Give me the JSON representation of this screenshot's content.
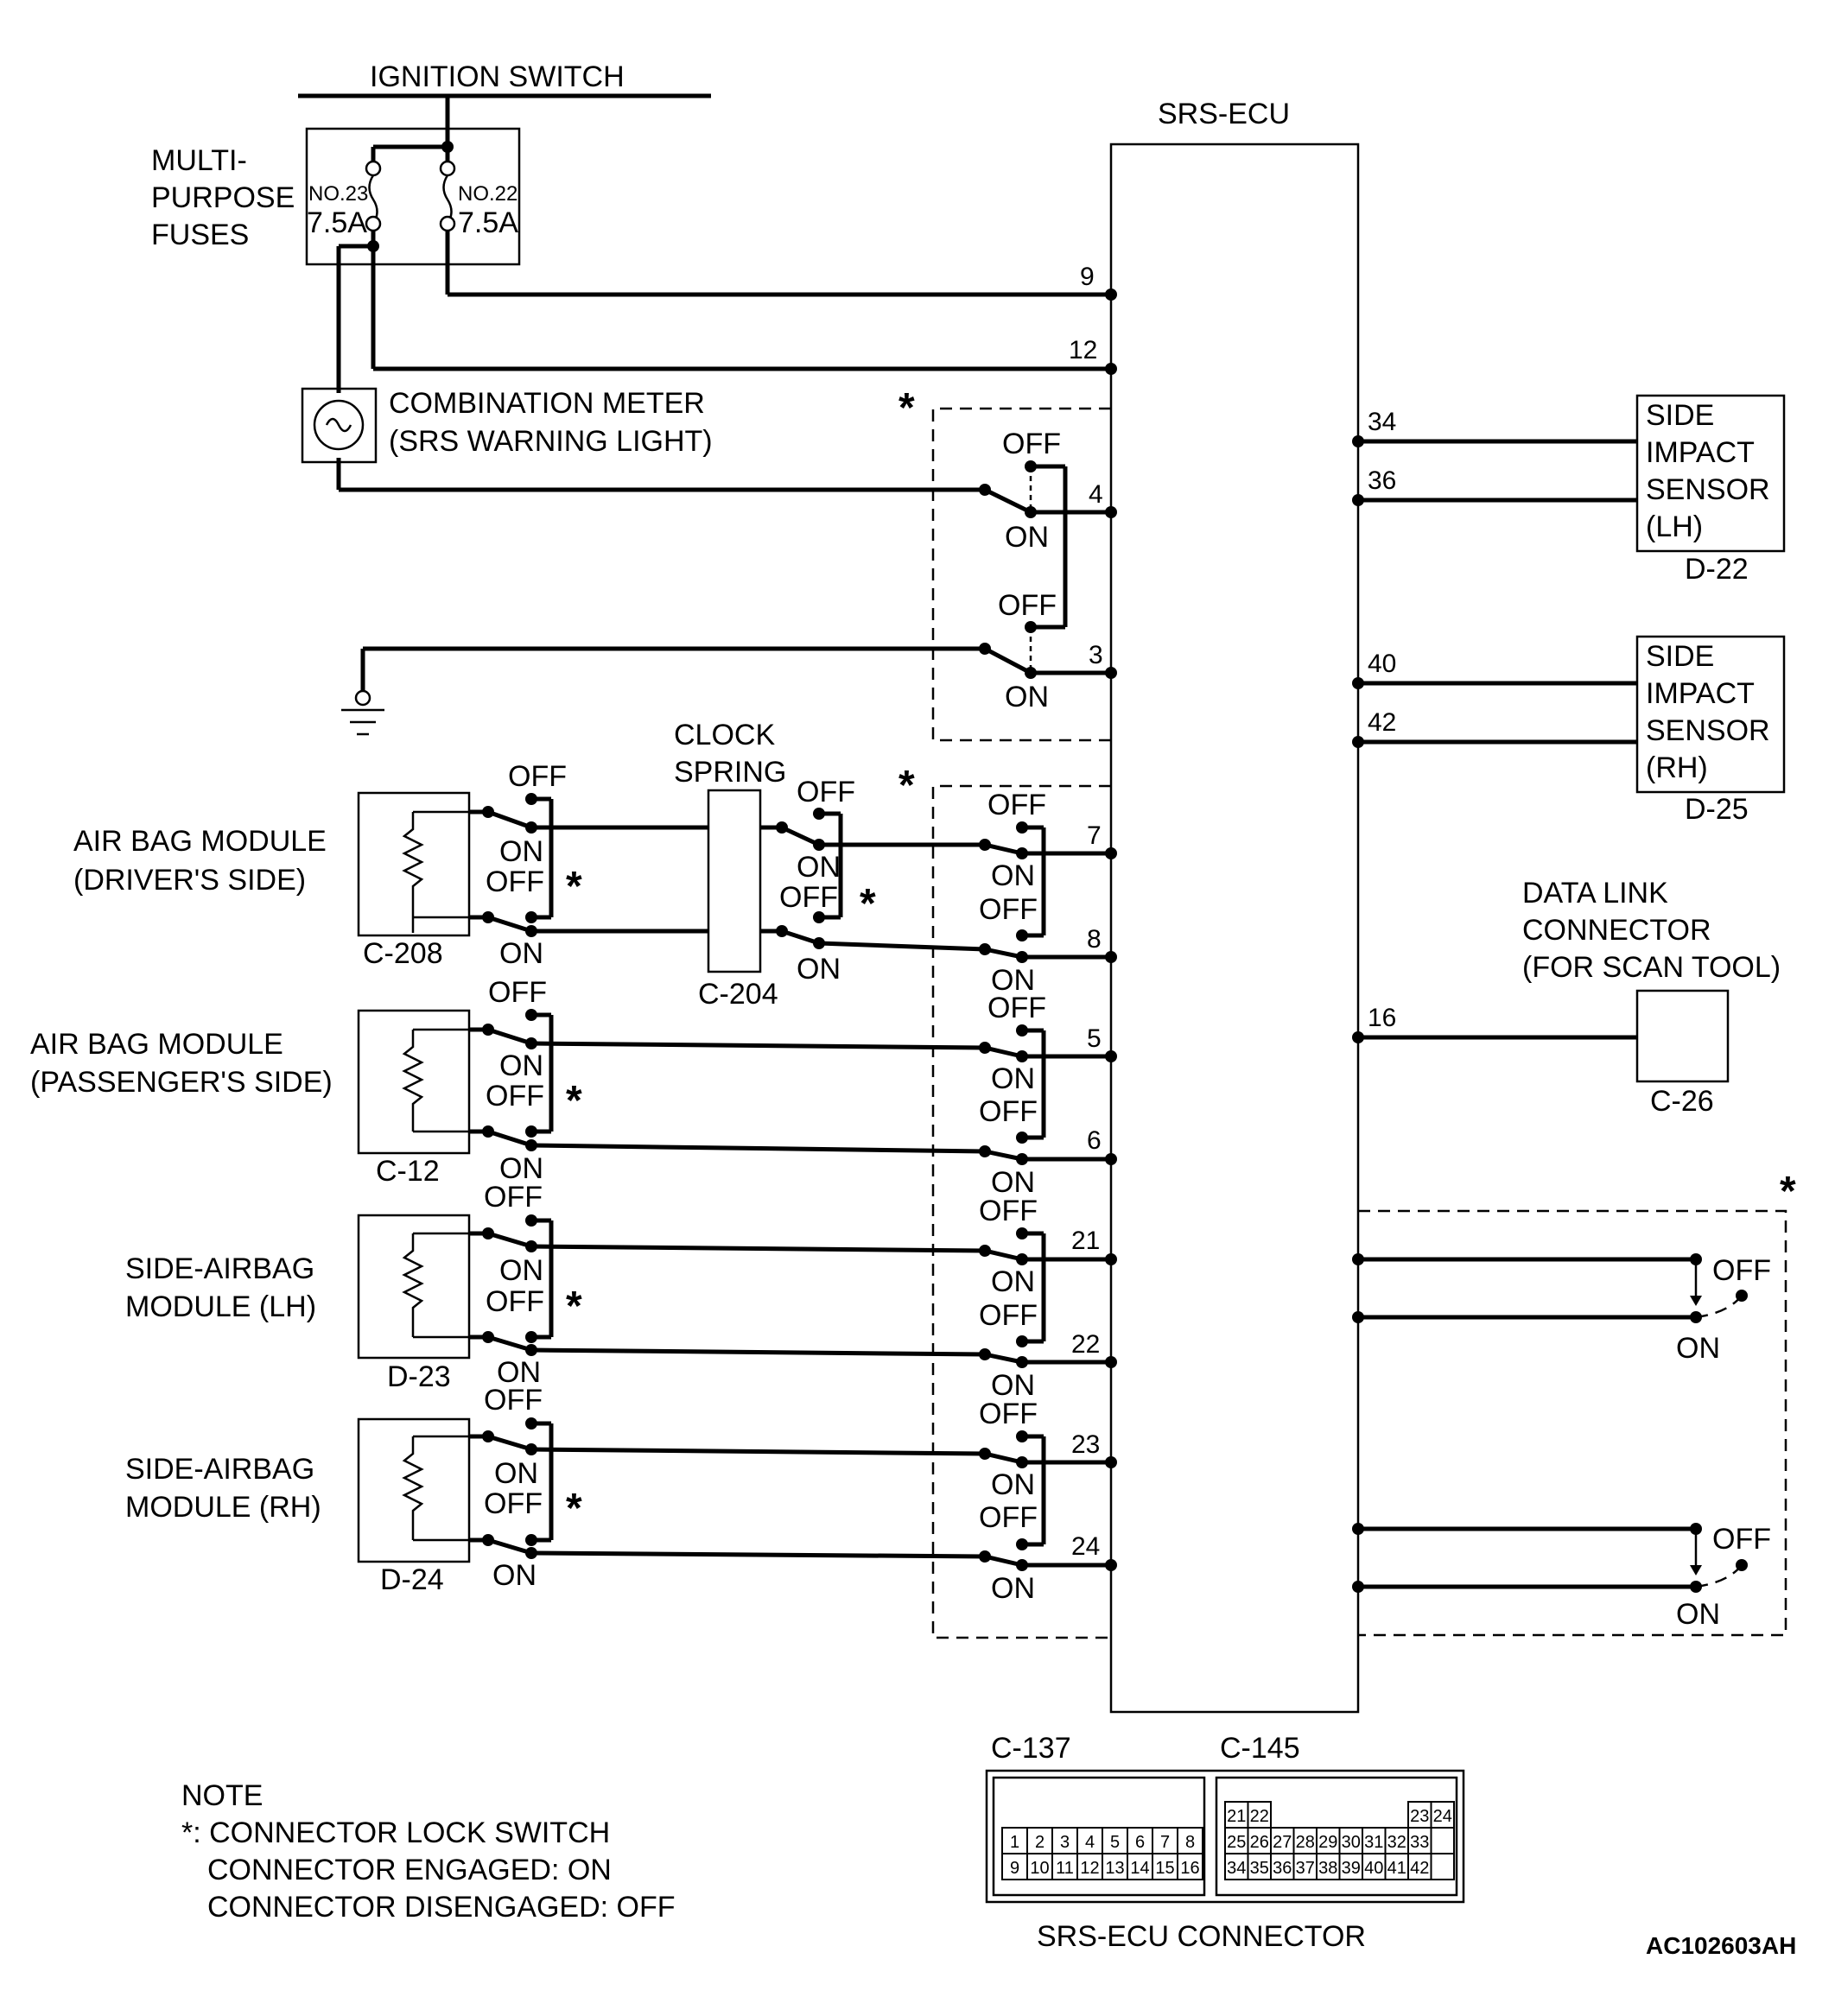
{
  "labels": {
    "ignition_switch": "IGNITION SWITCH",
    "mp_fuses": [
      "MULTI-",
      "PURPOSE",
      "FUSES"
    ],
    "fuse_left_no": "NO.23",
    "fuse_left_amp": "7.5A",
    "fuse_right_no": "NO.22",
    "fuse_right_amp": "7.5A",
    "combination_meter": [
      "COMBINATION METER",
      "(SRS WARNING LIGHT)"
    ],
    "srs_ecu": "SRS-ECU",
    "clock_spring": [
      "CLOCK",
      "SPRING"
    ],
    "clock_spring_conn": "C-204",
    "side_sensor_lh": [
      "SIDE",
      "IMPACT",
      "SENSOR",
      "(LH)"
    ],
    "side_sensor_lh_conn": "D-22",
    "side_sensor_rh": [
      "SIDE",
      "IMPACT",
      "SENSOR",
      "(RH)"
    ],
    "side_sensor_rh_conn": "D-25",
    "dlc": [
      "DATA LINK",
      "CONNECTOR",
      "(FOR SCAN TOOL)"
    ],
    "dlc_conn": "C-26",
    "off": "OFF",
    "on": "ON",
    "star": "*",
    "note": [
      "NOTE",
      "*: CONNECTOR LOCK SWITCH",
      "CONNECTOR ENGAGED: ON",
      "CONNECTOR DISENGAGED: OFF"
    ],
    "conn_c137": "C-137",
    "conn_c145": "C-145",
    "ecu_connector": "SRS-ECU CONNECTOR",
    "figure_code": "AC102603AH"
  },
  "modules": [
    {
      "name": [
        "AIR BAG MODULE",
        "(DRIVER'S SIDE)"
      ],
      "conn": "C-208"
    },
    {
      "name": [
        "AIR BAG MODULE",
        "(PASSENGER'S SIDE)"
      ],
      "conn": "C-12"
    },
    {
      "name": [
        "SIDE-AIRBAG",
        "MODULE (LH)"
      ],
      "conn": "D-23"
    },
    {
      "name": [
        "SIDE-AIRBAG",
        "MODULE (RH)"
      ],
      "conn": "D-24"
    }
  ],
  "ecu_pins_left": [
    "9",
    "12",
    "4",
    "3",
    "7",
    "8",
    "5",
    "6",
    "21",
    "22",
    "23",
    "24"
  ],
  "ecu_pins_right": [
    "34",
    "36",
    "40",
    "42",
    "16"
  ],
  "c137_pins": {
    "row1": [
      "",
      "",
      "",
      "",
      "",
      "",
      "",
      ""
    ],
    "row2": [
      "1",
      "2",
      "3",
      "4",
      "5",
      "6",
      "7",
      "8"
    ],
    "row3": [
      "9",
      "10",
      "11",
      "12",
      "13",
      "14",
      "15",
      "16"
    ]
  },
  "c145_pins": {
    "row1": [
      "21",
      "22",
      "",
      "",
      "",
      "",
      "",
      "",
      "23",
      "24"
    ],
    "row2": [
      "25",
      "26",
      "27",
      "28",
      "29",
      "30",
      "31",
      "32",
      "33",
      ""
    ],
    "row3": [
      "34",
      "35",
      "36",
      "37",
      "38",
      "39",
      "40",
      "41",
      "42",
      ""
    ]
  }
}
